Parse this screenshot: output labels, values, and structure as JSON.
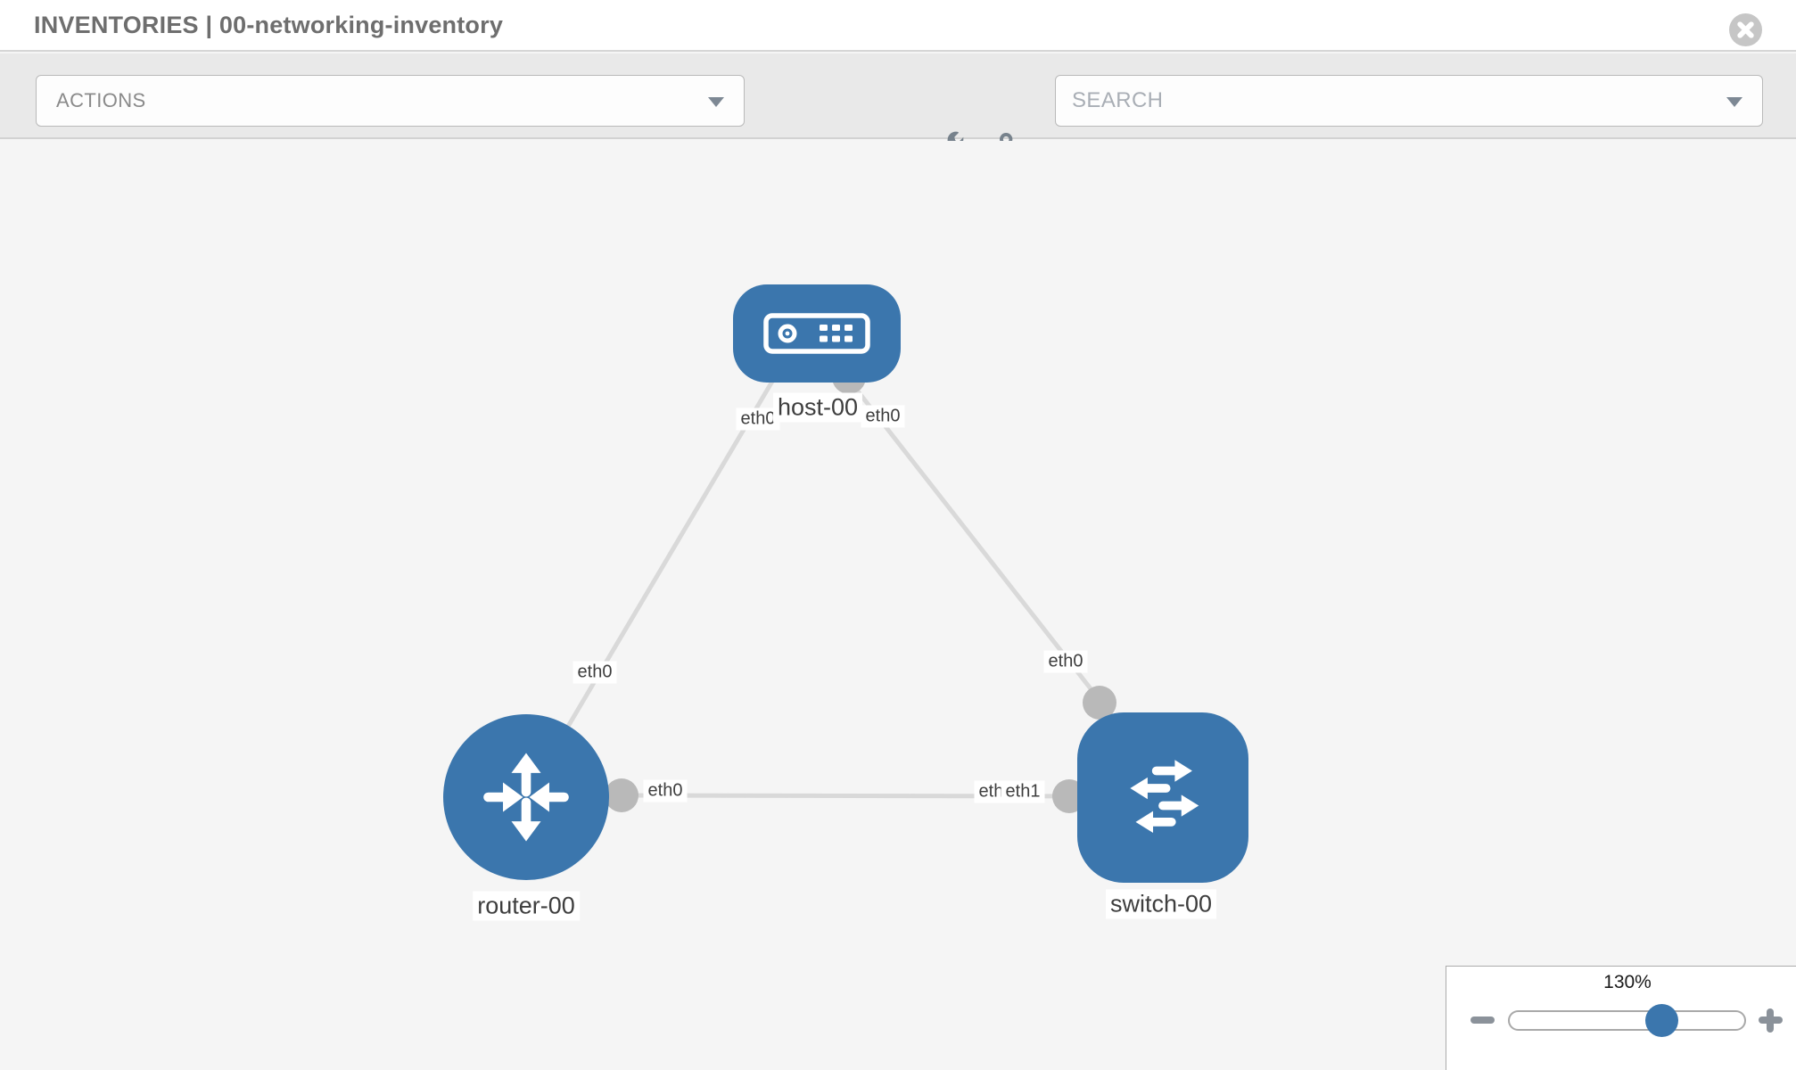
{
  "header": {
    "title": "INVENTORIES | 00-networking-inventory"
  },
  "toolbar": {
    "actions_label": "ACTIONS",
    "search_placeholder": "SEARCH",
    "icons": [
      "wrench-icon",
      "key-icon"
    ]
  },
  "topology": {
    "nodes": [
      {
        "label": "host-00",
        "type": "host",
        "icon": "server-icon"
      },
      {
        "label": "router-00",
        "type": "router",
        "icon": "router-arrows-icon"
      },
      {
        "label": "switch-00",
        "type": "switch",
        "icon": "switch-arrows-icon"
      }
    ],
    "interface_labels": {
      "host_router": {
        "host_end": "eth0",
        "router_end": "eth0"
      },
      "host_switch": {
        "host_end": "eth0",
        "switch_end": "eth0"
      },
      "router_switch": {
        "router_end": "eth0",
        "switch_end_back": "eth0",
        "switch_end_front": "eth1"
      }
    },
    "links": [
      {
        "from": "host-00",
        "from_interface": "eth0",
        "to": "router-00",
        "to_interface": "eth0"
      },
      {
        "from": "host-00",
        "from_interface": "eth0",
        "to": "switch-00",
        "to_interface": "eth0"
      },
      {
        "from": "router-00",
        "from_interface": "eth0",
        "to": "switch-00",
        "to_interface": "eth1"
      }
    ]
  },
  "zoom_control": {
    "level": "130%"
  },
  "colors": {
    "node_blue": "#3b76ad",
    "link_gray": "#d9d9d9",
    "port_gray": "#b9b9b9",
    "canvas_bg": "#f5f5f5",
    "toolbar_bg": "#e9e9e9"
  }
}
